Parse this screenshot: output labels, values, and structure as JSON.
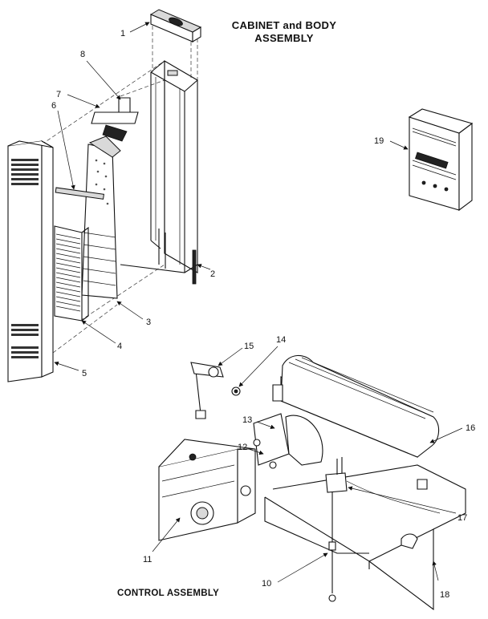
{
  "titles": {
    "cabinet_line1": "CABINET and BODY",
    "cabinet_line2": "ASSEMBLY",
    "control": "CONTROL ASSEMBLY"
  },
  "callouts": [
    "1",
    "2",
    "3",
    "4",
    "5",
    "6",
    "7",
    "8",
    "10",
    "11",
    "12",
    "13",
    "14",
    "15",
    "16",
    "17",
    "18",
    "19"
  ]
}
